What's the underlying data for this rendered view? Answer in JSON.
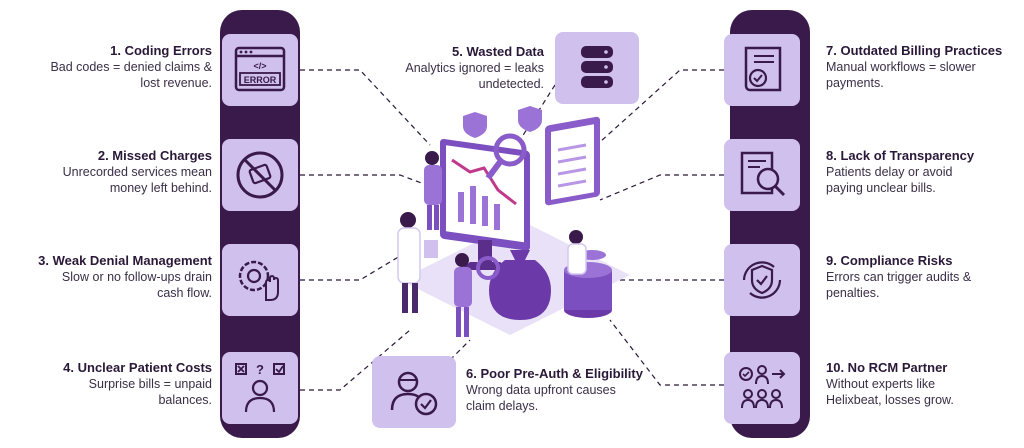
{
  "items": [
    {
      "title": "1. Coding Errors",
      "desc1": "Bad codes = denied claims &",
      "desc2": "lost revenue."
    },
    {
      "title": "2. Missed Charges",
      "desc1": "Unrecorded services mean",
      "desc2": "money left behind."
    },
    {
      "title": "3. Weak Denial Management",
      "desc1": "Slow or no follow-ups drain",
      "desc2": "cash flow."
    },
    {
      "title": "4. Unclear Patient Costs",
      "desc1": "Surprise bills = unpaid",
      "desc2": "balances."
    },
    {
      "title": "5.  Wasted Data",
      "desc1": "Analytics ignored = leaks",
      "desc2": "undetected."
    },
    {
      "title": "6. Poor Pre-Auth & Eligibility",
      "desc1": "Wrong data upfront causes",
      "desc2": "claim delays."
    },
    {
      "title": "7. Outdated Billing Practices",
      "desc1": "Manual workflows = slower",
      "desc2": "payments."
    },
    {
      "title": "8. Lack of Transparency",
      "desc1": "Patients delay or avoid",
      "desc2": "paying unclear bills."
    },
    {
      "title": "9. Compliance Risks",
      "desc1": "Errors can trigger audits &",
      "desc2": "penalties."
    },
    {
      "title": "10. No RCM Partner",
      "desc1": "Without experts like",
      "desc2": "Helixbeat, losses grow."
    }
  ],
  "icons": {
    "error_text": "ERROR",
    "code_text": "</>",
    "question_mark": "?"
  },
  "colors": {
    "bar": "#3a1a4a",
    "box": "#cfc0ee",
    "icon_stroke": "#3a1a4a",
    "accent": "#8a5cc9"
  }
}
